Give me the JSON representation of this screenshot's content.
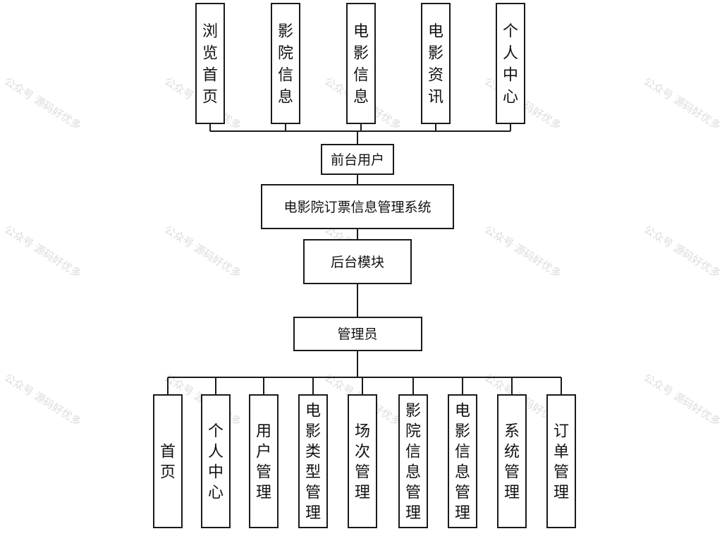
{
  "watermark": "公众号 源码好优多",
  "frontend": {
    "modules": [
      "浏览首页",
      "影院信息",
      "电影信息",
      "电影资讯",
      "个人中心"
    ],
    "node": "前台用户"
  },
  "system": {
    "title": "电影院订票信息管理系统"
  },
  "backend": {
    "node": "后台模块",
    "role": "管理员",
    "modules": [
      "首页",
      "个人中心",
      "用户管理",
      "电影类型管理",
      "场次管理",
      "影院信息管理",
      "电影信息管理",
      "系统管理",
      "订单管理"
    ]
  }
}
